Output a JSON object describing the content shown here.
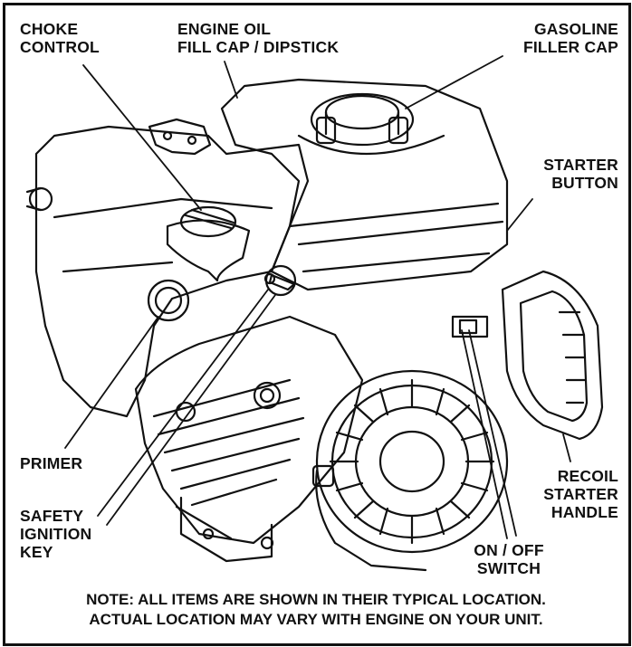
{
  "labels": {
    "choke_control": "CHOKE\nCONTROL",
    "engine_oil": "ENGINE OIL\nFILL CAP / DIPSTICK",
    "gasoline_cap": "GASOLINE\nFILLER CAP",
    "starter_button": "STARTER\nBUTTON",
    "primer": "PRIMER",
    "safety_key": "SAFETY\nIGNITION\nKEY",
    "recoil_handle": "RECOIL\nSTARTER\nHANDLE",
    "on_off_switch": "ON / OFF\nSWITCH"
  },
  "note": {
    "line1": "NOTE:  ALL ITEMS ARE SHOWN IN THEIR TYPICAL LOCATION.",
    "line2": "ACTUAL LOCATION MAY VARY WITH ENGINE ON YOUR UNIT."
  }
}
